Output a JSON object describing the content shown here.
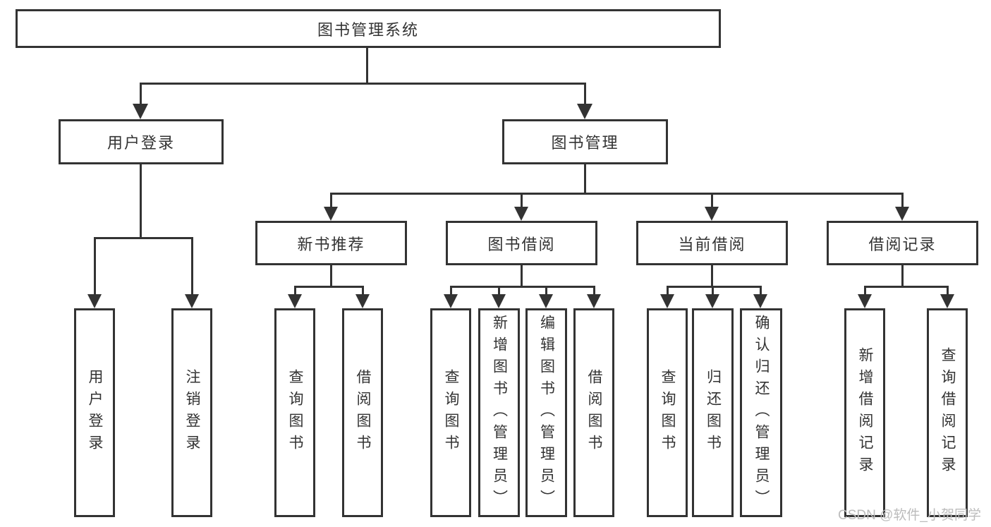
{
  "tree": {
    "root": {
      "label": "图书管理系统",
      "children": [
        {
          "label": "用户登录",
          "children": [
            {
              "label": "用户登录"
            },
            {
              "label": "注销登录"
            }
          ]
        },
        {
          "label": "图书管理",
          "children": [
            {
              "label": "新书推荐",
              "children": [
                {
                  "label": "查询图书"
                },
                {
                  "label": "借阅图书"
                }
              ]
            },
            {
              "label": "图书借阅",
              "children": [
                {
                  "label": "查询图书"
                },
                {
                  "label": "新增图书（管理员）"
                },
                {
                  "label": "编辑图书（管理员）"
                },
                {
                  "label": "借阅图书"
                }
              ]
            },
            {
              "label": "当前借阅",
              "children": [
                {
                  "label": "查询图书"
                },
                {
                  "label": "归还图书"
                },
                {
                  "label": "确认归还（管理员）"
                }
              ]
            },
            {
              "label": "借阅记录",
              "children": [
                {
                  "label": "新增借阅记录"
                },
                {
                  "label": "查询借阅记录"
                }
              ]
            }
          ]
        }
      ]
    }
  },
  "watermark": {
    "text": "CSDN @软件_小贺同学"
  },
  "colors": {
    "line": "#333333",
    "text": "#333333",
    "box_background": "#ffffff",
    "page_background": "#ffffff",
    "watermark": "#bcbcbc"
  }
}
